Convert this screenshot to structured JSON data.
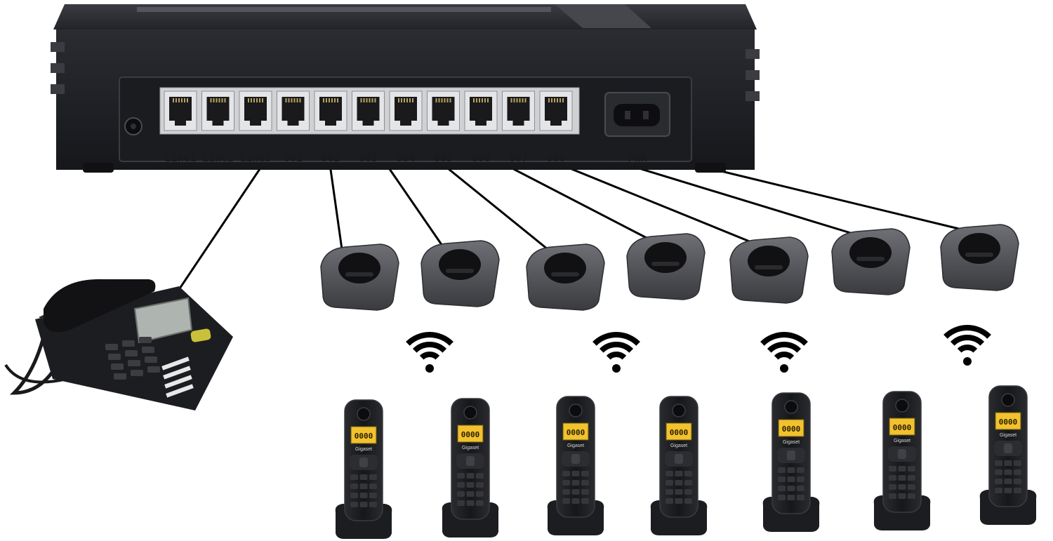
{
  "pbx": {
    "port_labels": [
      "Line1",
      "Line2",
      "Line3",
      "801",
      "802",
      "803",
      "804",
      "805",
      "806",
      "807",
      "808"
    ],
    "power_label": "PWR"
  },
  "handset": {
    "display_text": "0000",
    "brand_label": "Gigaset"
  },
  "counts": {
    "chargers": 7,
    "handsets": 7,
    "wifi_signals": 4
  },
  "colors": {
    "device_body": "#1e1f23",
    "cable": "#000000",
    "lcd": "#f2c12e",
    "background": "#ffffff"
  }
}
